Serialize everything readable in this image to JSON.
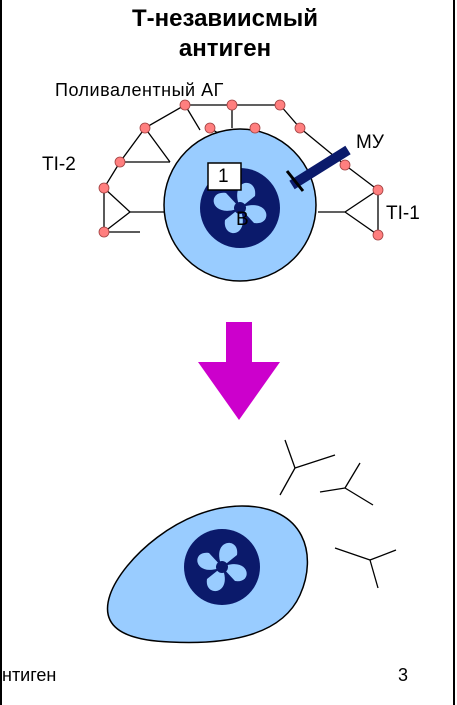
{
  "title_line1": "Т-незавиисмый",
  "title_line2": "антиген",
  "labels": {
    "polyvalent_ag": "Поливалентный АГ",
    "ti2": "TI-2",
    "ti1": "TI-1",
    "mu": "МУ",
    "b_cell": "B",
    "receptor_number": "1"
  },
  "footer": {
    "left_text": "нтиген",
    "page_number": "3"
  },
  "colors": {
    "cell_fill": "#99ccff",
    "nucleus": "#0b1a6b",
    "node": "#ff7f7f",
    "arrow": "#cc00cc"
  }
}
